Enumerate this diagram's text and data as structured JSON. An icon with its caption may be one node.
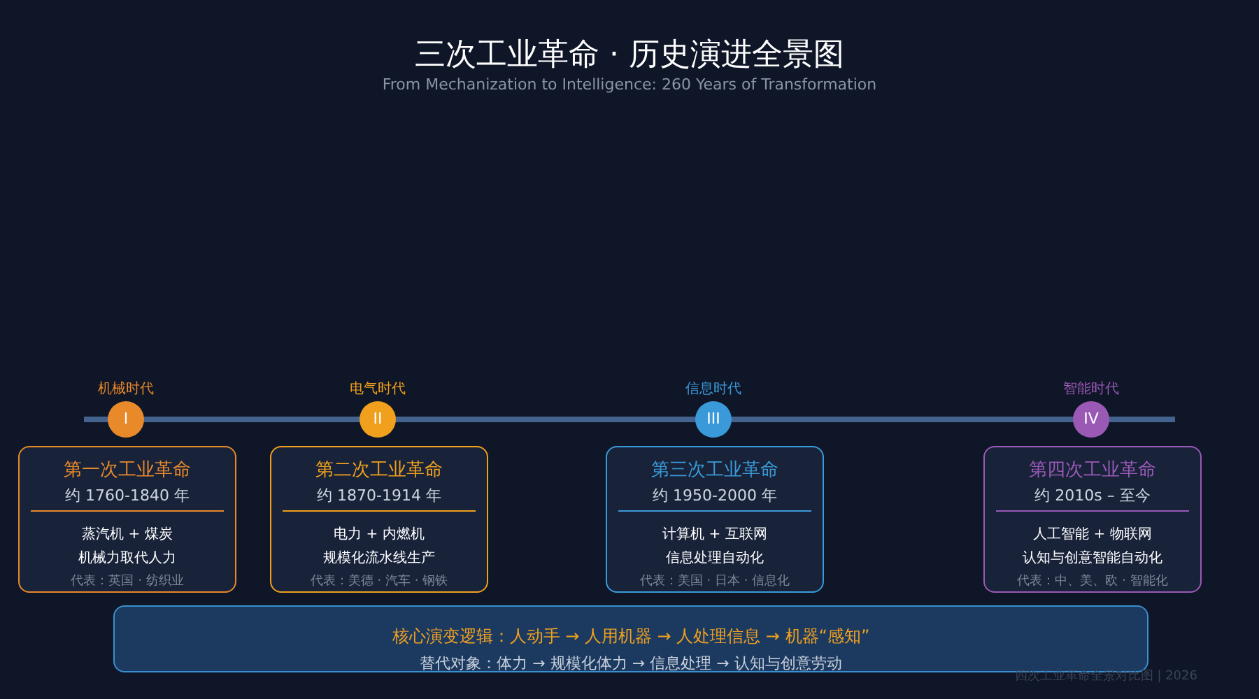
{
  "diagram": {
    "title": "三次工业革命 · 历史演进全景图",
    "caption": "From Mechanization to Intelligence: 260 Years of Transformation",
    "nodes": [
      {
        "text": [
          "I"
        ],
        "beside": [
          "机械时代"
        ]
      },
      {
        "text": [
          "II"
        ],
        "beside": [
          "电气时代"
        ]
      },
      {
        "text": [
          "III"
        ],
        "beside": [
          "信息时代"
        ]
      },
      {
        "text": [
          "IV"
        ],
        "beside": [
          "智能时代"
        ]
      },
      {
        "text": [
          "第一次工业革命",
          "约 1760-1840 年",
          "蒸汽机 + 煤炭",
          "机械力取代人力",
          "代表：英国 · 纺织业"
        ]
      },
      {
        "text": [
          "第二次工业革命",
          "约 1870-1914 年",
          "电力 + 内燃机",
          "规模化流水线生产",
          "代表：美德 · 汽车 · 钢铁"
        ]
      },
      {
        "text": [
          "第三次工业革命",
          "约 1950-2000 年",
          "计算机 + 互联网",
          "信息处理自动化",
          "代表：美国 · 日本 · 信息化"
        ]
      },
      {
        "text": [
          "第四次工业革命",
          "约 2010s – 至今",
          "人工智能 + 物联网",
          "认知与创意智能自动化",
          "代表：中、美、欧 · 智能化"
        ]
      },
      {
        "text": [
          "核心演变逻辑：人动手 → 人用机器 → 人处理信息 → 机器“感知”",
          "替代对象：体力 → 规模化体力 → 信息处理 → 认知与创意劳动"
        ]
      }
    ],
    "labels": [
      "四次工业革命全景对比图 | 2026"
    ]
  }
}
